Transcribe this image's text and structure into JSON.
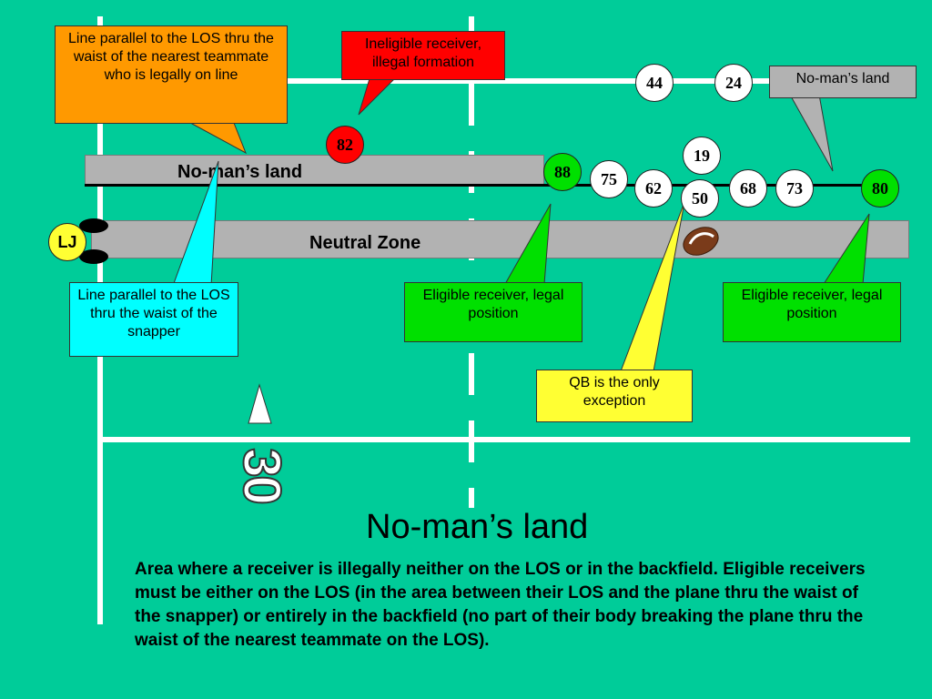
{
  "colors": {
    "field": "#00cc99",
    "band": "#b2b2b2",
    "callout_orange": "#ff9900",
    "callout_red": "#ff0000",
    "callout_cyan": "#00ffff",
    "callout_green": "#00e000",
    "callout_yellow": "#ffff33",
    "callout_gray": "#b2b2b2"
  },
  "bands": {
    "no_mans_land": "No-man’s land",
    "neutral_zone": "Neutral Zone"
  },
  "callouts": {
    "orange": "Line parallel to the LOS thru the waist of the nearest teammate who is legally on line",
    "red": "Ineligible receiver, illegal formation",
    "gray": "No-man’s land",
    "cyan": "Line parallel to the LOS thru the waist of the snapper",
    "green_left": "Eligible receiver, legal position",
    "green_right": "Eligible receiver, legal position",
    "yellow": "QB is the only exception"
  },
  "players": {
    "p82": "82",
    "p88": "88",
    "p75": "75",
    "p62": "62",
    "p19": "19",
    "p50": "50",
    "p68": "68",
    "p73": "73",
    "p80": "80",
    "p44": "44",
    "p24": "24",
    "lj": "LJ"
  },
  "yard_number": "30",
  "title": "No-man’s land",
  "description": "Area where a receiver is illegally neither on the LOS or in the backfield. Eligible receivers must be either on the LOS (in the area between their LOS and the plane thru the waist of the snapper) or entirely in the backfield (no part of their body breaking the plane thru the waist of the nearest teammate on the LOS).",
  "icons": [
    "football-icon",
    "yard-arrow-icon",
    "line-judge-marker"
  ]
}
